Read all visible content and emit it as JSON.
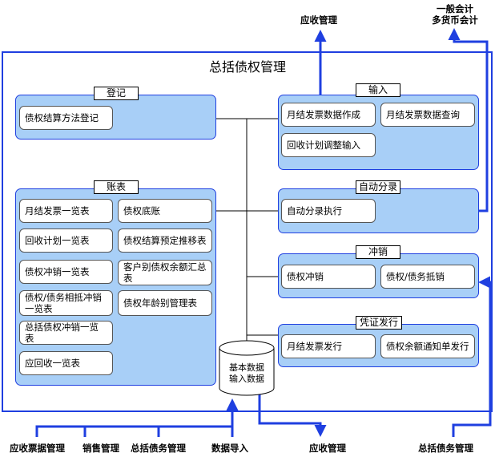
{
  "title": "总括债权管理",
  "groups": {
    "register": {
      "title": "登记",
      "items": [
        "债权结算方法登记"
      ]
    },
    "ledger": {
      "title": "账表",
      "items": [
        "月结发票一览表",
        "债权底账",
        "回收计划一览表",
        "债权结算预定推移表",
        "债权冲销一览表",
        "客户别债权余额汇总表",
        "债权/债务相抵冲销一览表",
        "债权年龄别管理表",
        "总括债权冲销一览表",
        "应回收一览表"
      ]
    },
    "input": {
      "title": "输入",
      "items": [
        "月结发票数据作成",
        "月结发票数据查询",
        "回收计划调整输入"
      ]
    },
    "auto_journal": {
      "title": "自动分录",
      "items": [
        "自动分录执行"
      ]
    },
    "offset": {
      "title": "冲销",
      "items": [
        "债权冲销",
        "债权/债务抵销"
      ]
    },
    "voucher": {
      "title": "凭证发行",
      "items": [
        "月结发票发行",
        "债权余额通知单发行"
      ]
    }
  },
  "database": {
    "line1": "基本数据",
    "line2": "输入数据"
  },
  "external": {
    "top_receivable": "应收管理",
    "top_general_line1": "一般会计",
    "top_general_line2": "多货币会计",
    "bottom_receipts": "应收票据管理",
    "bottom_sales": "销售管理",
    "bottom_debt": "总括债务管理",
    "bottom_import": "数据导入",
    "bottom_receivable": "应收管理",
    "bottom_debt_right": "总括债务管理"
  },
  "colors": {
    "frame": "#1f3fe0",
    "group_fill": "#a8cff7",
    "arrow": "#1f3fe0"
  }
}
